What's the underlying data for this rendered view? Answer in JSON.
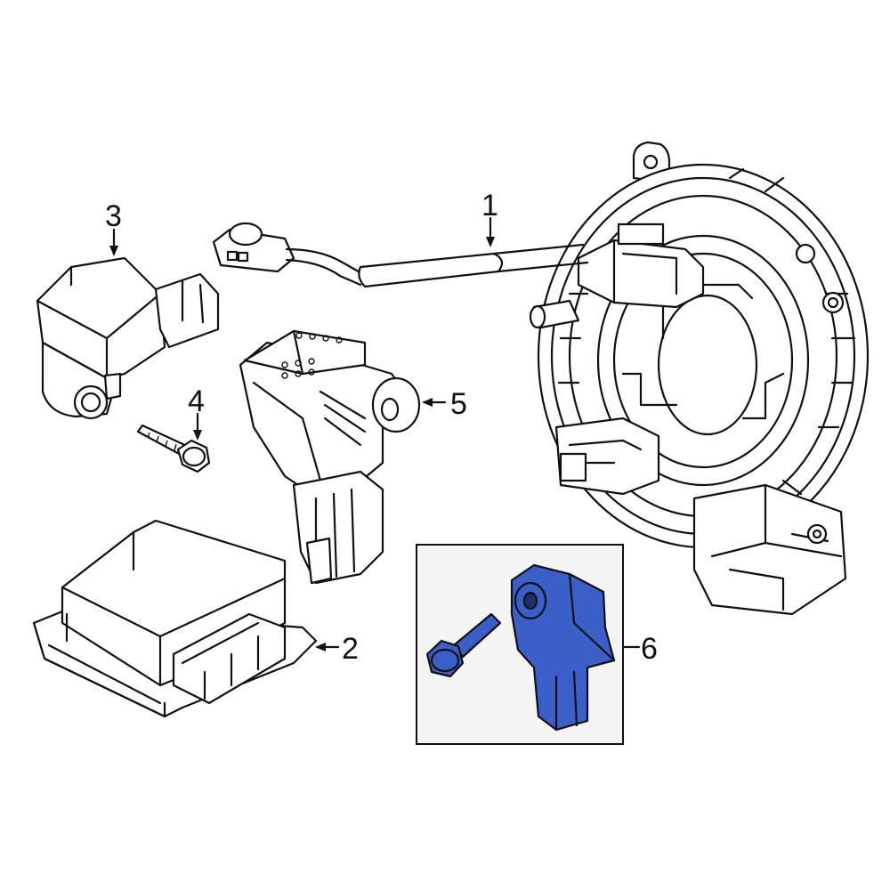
{
  "callouts": {
    "part_1": "1",
    "part_2": "2",
    "part_3": "3",
    "part_4": "4",
    "part_5": "5",
    "part_6": "6"
  },
  "colors": {
    "highlight": "#3a5fc8",
    "inset_background": "#f4f4f4",
    "line": "#111111"
  }
}
